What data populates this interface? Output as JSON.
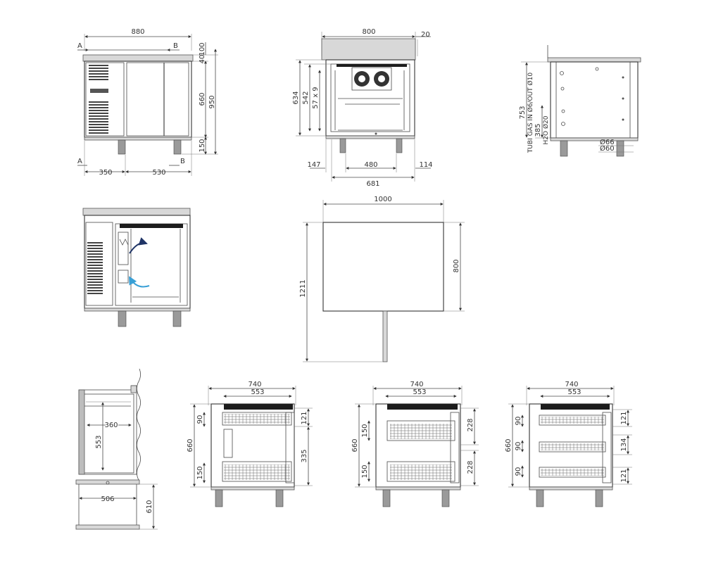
{
  "front_view": {
    "width_label": "880",
    "section_a_top": "A",
    "section_a_bottom": "A",
    "section_b_top": "B",
    "section_b_bottom": "B",
    "top_40": "40",
    "top_100": "100",
    "height_660": "660",
    "height_950": "950",
    "leg_150": "150",
    "bottom_350": "350",
    "bottom_530": "530"
  },
  "section_view": {
    "width_800": "800",
    "overhang_20": "20",
    "h_634": "634",
    "h_542": "542",
    "h_57x9": "57 x 9",
    "bottom_147": "147",
    "bottom_480": "480",
    "bottom_114": "114",
    "bottom_681": "681"
  },
  "side_view": {
    "v_753": "753",
    "v_gas": "TUBI GAS IN Ø6/OUT Ø10",
    "v_385": "385",
    "v_h2o": "H2O Ø20",
    "d66": "Ø66",
    "d60": "Ø60"
  },
  "footprint": {
    "w_1000": "1000",
    "h_800": "800",
    "h_1211": "1211"
  },
  "detail": {
    "w_360": "360",
    "h_553": "553",
    "w_506": "506",
    "h_610": "610"
  },
  "drawer_a": {
    "w_740": "740",
    "w_553": "553",
    "h_660": "660",
    "d_90": "90",
    "d_121": "121",
    "d_335": "335",
    "d_150": "150"
  },
  "drawer_b": {
    "w_740": "740",
    "w_553": "553",
    "h_660": "660",
    "d_150a": "150",
    "d_150b": "150",
    "d_228a": "228",
    "d_228b": "228"
  },
  "drawer_c": {
    "w_740": "740",
    "w_553": "553",
    "h_660": "660",
    "d_90a": "90",
    "d_90b": "90",
    "d_90c": "90",
    "d_121a": "121",
    "d_134": "134",
    "d_121b": "121"
  }
}
